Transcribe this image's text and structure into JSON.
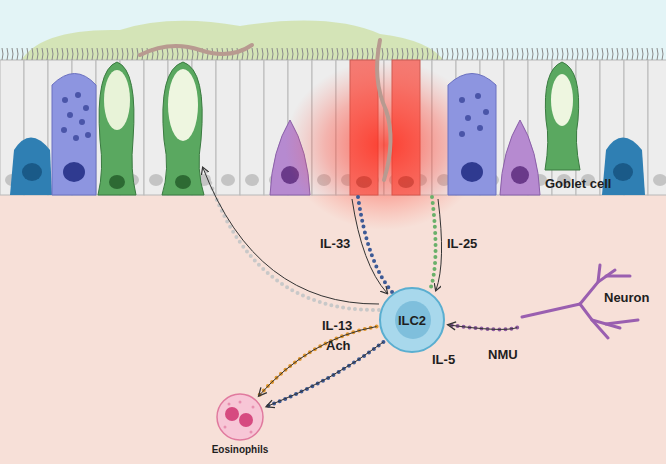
{
  "diagram": {
    "nodes": [
      {
        "text": [
          "ILC2"
        ]
      },
      {
        "text": [
          "Neuron"
        ]
      },
      {
        "text": [
          "Eosinophils"
        ]
      }
    ],
    "edges": [
      {
        "from": 1,
        "to": 0,
        "label": "NMU",
        "arrow": "to"
      },
      {
        "from": 0,
        "to": 2,
        "label": "Ach",
        "arrow": "to"
      },
      {
        "from": 0,
        "to": 2,
        "label": "IL-5",
        "arrow": "to"
      }
    ],
    "labels": [
      "IL-33",
      "IL-25",
      "IL-13",
      "Goblet cell"
    ]
  }
}
